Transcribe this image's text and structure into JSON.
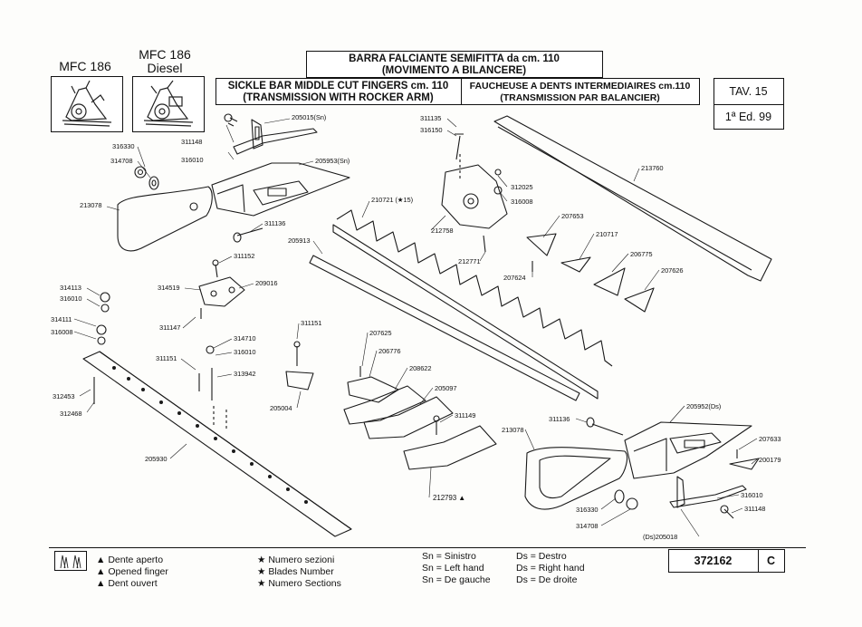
{
  "header": {
    "model_1": "MFC 186",
    "model_2_line1": "MFC 186",
    "model_2_line2": "Diesel",
    "title_it_line1": "BARRA FALCIANTE SEMIFITTA da cm. 110",
    "title_it_line2": "(MOVIMENTO A BILANCERE)",
    "title_en_line1": "SICKLE BAR MIDDLE CUT FINGERS cm. 110",
    "title_en_line2": "(TRANSMISSION WITH ROCKER ARM)",
    "title_fr_line1": "FAUCHEUSE A DENTS INTERMEDIAIRES cm.110",
    "title_fr_line2": "(TRANSMISSION PAR BALANCIER)",
    "table_no": "TAV. 15",
    "edition": "1ª Ed. 99"
  },
  "parts": {
    "p205015": "205015(Sn)",
    "p311148a": "311148",
    "p316010a": "316010",
    "p316330a": "316330",
    "p314708a": "314708",
    "p205953": "205953(Sn)",
    "p213078a": "213078",
    "p311136a": "311136",
    "p205913": "205913",
    "p311152": "311152",
    "p314519": "314519",
    "p209016": "209016",
    "p311147": "311147",
    "p314113": "314113",
    "p316010b": "316010",
    "p314111": "314111",
    "p316008a": "316008",
    "p311151a": "311151",
    "p314710": "314710",
    "p316010c": "316010",
    "p313942": "313942",
    "p312453": "312453",
    "p312468": "312468",
    "p205930": "205930",
    "p311135": "311135",
    "p316150": "316150",
    "p312025": "312025",
    "p316008b": "316008",
    "p210721": "210721 (★15)",
    "p212758": "212758",
    "p212771": "212771",
    "p207653": "207653",
    "p210717": "210717",
    "p207624": "207624",
    "p206775": "206775",
    "p207626": "207626",
    "p213760": "213760",
    "p311151b": "311151",
    "p205004": "205004",
    "p207625": "207625",
    "p206776": "206776",
    "p208622": "208622",
    "p205097": "205097",
    "p311149": "311149",
    "p212793": "212793 ▲",
    "p311136b": "311136",
    "p205952": "205952(Ds)",
    "p213078b": "213078",
    "p207633": "207633",
    "p200179": "200179",
    "p316010d": "316010",
    "p311148b": "311148",
    "p316330b": "316330",
    "p314708b": "314708",
    "p205018": "(Ds)205018"
  },
  "legend": {
    "triangle_it": "Dente aperto",
    "triangle_en": "Opened finger",
    "triangle_fr": "Dent ouvert",
    "star_it": "Numero sezioni",
    "star_en": "Blades Number",
    "star_fr": "Numero Sections",
    "sn_it": "Sn = Sinistro",
    "sn_en": "Sn = Left hand",
    "sn_fr": "Sn = De gauche",
    "ds_it": "Ds = Destro",
    "ds_en": "Ds = Right hand",
    "ds_fr": "Ds = De droite",
    "ref_no": "372162",
    "ref_letter": "C"
  },
  "icons": {
    "triangle": "▲",
    "star": "★"
  }
}
